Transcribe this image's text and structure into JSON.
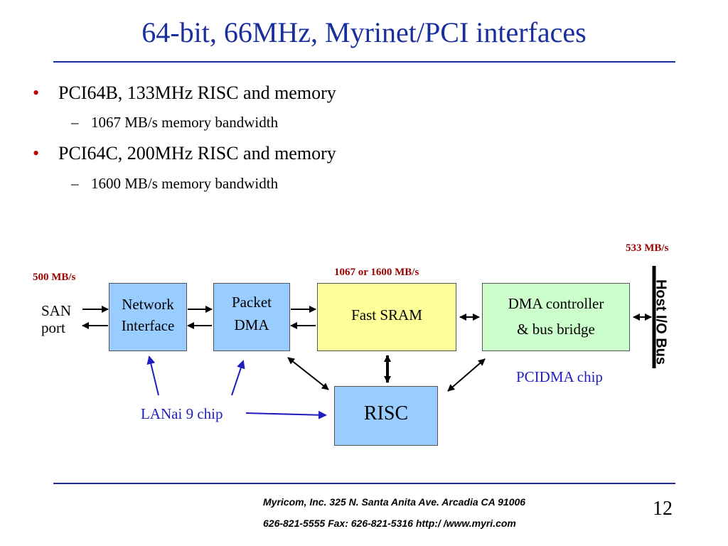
{
  "title": "64-bit, 66MHz, Myrinet/PCI interfaces",
  "bullets": [
    {
      "text": "PCI64B, 133MHz RISC and memory",
      "sub": "1067 MB/s memory bandwidth"
    },
    {
      "text": "PCI64C, 200MHz RISC and memory",
      "sub": "1600 MB/s memory bandwidth"
    }
  ],
  "diagram": {
    "rate_san": "500 MB/s",
    "rate_sram": "1067 or 1600 MB/s",
    "rate_host": "533 MB/s",
    "san_line1": "SAN",
    "san_line2": "port",
    "network_line1": "Network",
    "network_line2": "Interface",
    "packet_line1": "Packet",
    "packet_line2": "DMA",
    "sram": "Fast SRAM",
    "dma_line1": "DMA controller",
    "dma_line2": "& bus bridge",
    "risc": "RISC",
    "host_bus": "Host I/O Bus",
    "lanai_chip": "LANai 9 chip",
    "pcidma_chip": "PCIDMA chip"
  },
  "footer": {
    "line1": "Myricom, Inc.  325 N. Santa Anita Ave.  Arcadia CA 91006",
    "line2": "626-821-5555     Fax: 626-821-5316     http:/ /www.myri.com"
  },
  "page_number": "12",
  "colors": {
    "title": "#1a2f9e",
    "bullet": "#c00000",
    "rate": "#990000",
    "box_blue": "#99ccff",
    "box_yellow": "#ffff99",
    "box_green": "#ccffcc"
  }
}
